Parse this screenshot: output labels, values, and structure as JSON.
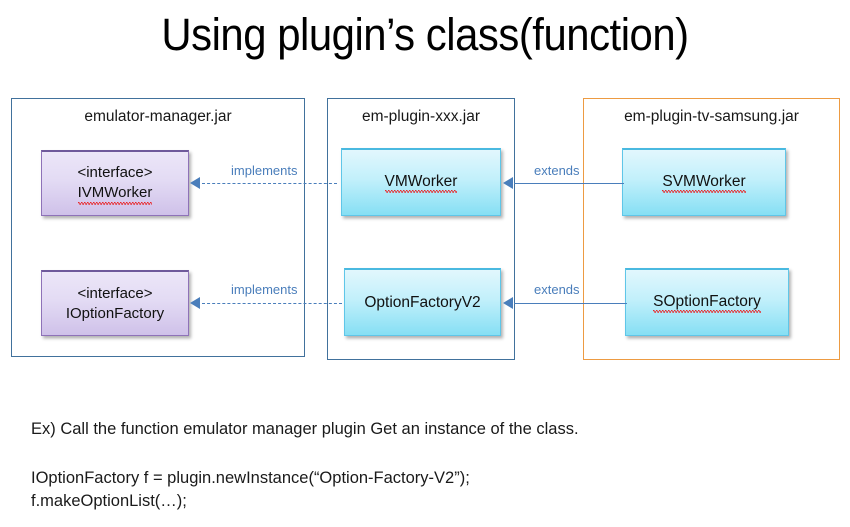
{
  "title": "Using plugin’s class(function)",
  "containers": [
    {
      "id": "emulator-manager",
      "label": "emulator-manager.jar",
      "border_color": "#41719c"
    },
    {
      "id": "plugin-xxx",
      "label": "em-plugin-xxx.jar",
      "border_color": "#41719c"
    },
    {
      "id": "plugin-samsung",
      "label": "em-plugin-tv-samsung.jar",
      "border_color": "#ed9b42"
    }
  ],
  "nodes": [
    {
      "id": "ivmworker",
      "stereotype": "<interface>",
      "name": "IVMWorker",
      "kind": "interface",
      "spellcheck_error": true
    },
    {
      "id": "ioptionfactory",
      "stereotype": "<interface>",
      "name": "IOptionFactory",
      "kind": "interface",
      "spellcheck_error": false
    },
    {
      "id": "vmworker",
      "stereotype": "",
      "name": "VMWorker",
      "kind": "class",
      "spellcheck_error": true
    },
    {
      "id": "optionfactoryv2",
      "stereotype": "",
      "name": "OptionFactoryV2",
      "kind": "class",
      "spellcheck_error": false
    },
    {
      "id": "svmworker",
      "stereotype": "",
      "name": "SVMWorker",
      "kind": "class",
      "spellcheck_error": true
    },
    {
      "id": "soptionfactory",
      "stereotype": "",
      "name": "SOptionFactory",
      "kind": "class",
      "spellcheck_error": true
    }
  ],
  "edges": [
    {
      "id": "impl-1",
      "label": "implements",
      "style": "dashed",
      "from": "vmworker",
      "to": "ivmworker"
    },
    {
      "id": "impl-2",
      "label": "implements",
      "style": "dashed",
      "from": "optionfactoryv2",
      "to": "ioptionfactory"
    },
    {
      "id": "ext-1",
      "label": "extends",
      "style": "solid",
      "from": "svmworker",
      "to": "vmworker"
    },
    {
      "id": "ext-2",
      "label": "extends",
      "style": "solid",
      "from": "soptionfactory",
      "to": "optionfactoryv2"
    }
  ],
  "body": {
    "example_line": "Ex) Call the function emulator manager plugin Get an instance of the class.",
    "code_line_1": "IOptionFactory f = plugin.newInstance(“Option-Factory-V2”);",
    "code_line_2": "f.makeOptionList(…);"
  },
  "colors": {
    "container_blue": "#41719c",
    "container_orange": "#ed9b42",
    "interface_fill": "#e3dbf4",
    "class_fill": "#c2f0fb",
    "edge_blue": "#4a7ebb",
    "spellcheck_red": "#e8282b"
  }
}
